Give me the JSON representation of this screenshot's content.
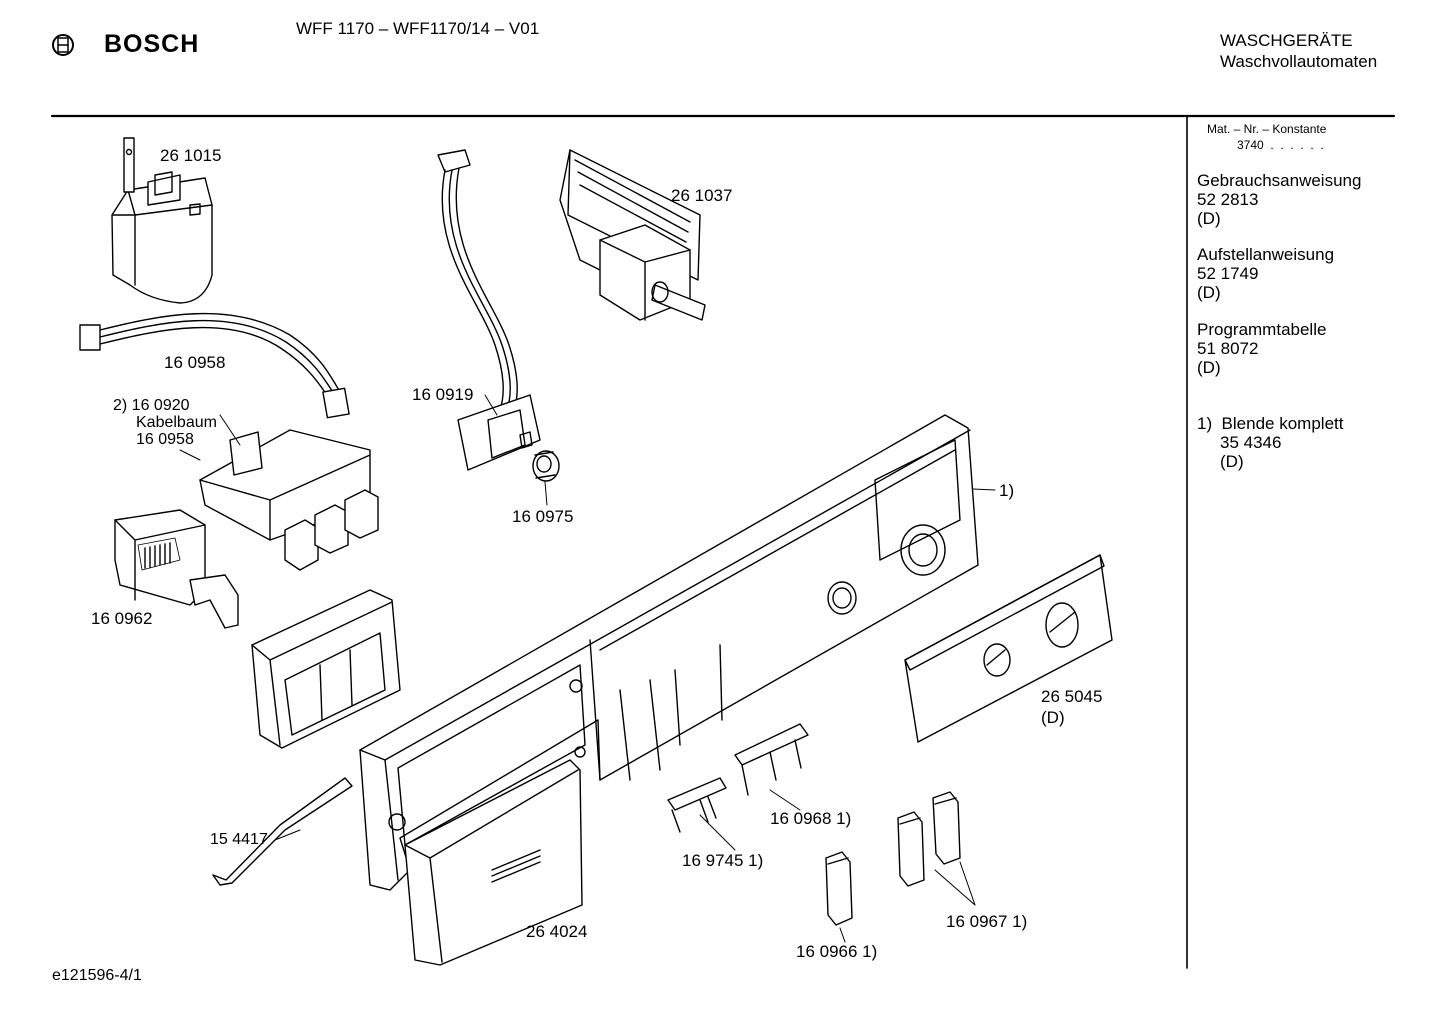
{
  "header": {
    "brand": "BOSCH",
    "model_line": "WFF 1170 – WFF1170/14 – V01",
    "category": "WASCHGERÄTE",
    "subcategory": "Waschvollautomaten"
  },
  "sidebar": {
    "mat_nr_label": "Mat. – Nr. – Konstante",
    "mat_nr_value": "3740  .  .  .  .  .  .",
    "docs": [
      {
        "title": "Gebrauchsanweisung",
        "number": "52 2813",
        "lang": "(D)"
      },
      {
        "title": "Aufstellanweisung",
        "number": "52 1749",
        "lang": "(D)"
      },
      {
        "title": "Programmtabelle",
        "number": "51 8072",
        "lang": "(D)"
      }
    ],
    "note": {
      "title": "1)  Blende komplett",
      "number": "35 4346",
      "lang": "(D)"
    }
  },
  "parts": {
    "p261015": "26 1015",
    "p261037": "26 1037",
    "p160958": "16 0958",
    "p160919": "16 0919",
    "p160975": "16 0975",
    "p160920_a": "2) 16 0920",
    "p160920_b": "Kabelbaum",
    "p160920_c": "16 0958",
    "p160962": "16 0962",
    "panel_note": "1)",
    "p265045": "26 5045",
    "p265045_lang": "(D)",
    "p154417": "15 4417",
    "p160968": "16 0968 1)",
    "p169745": "16 9745 1)",
    "p264024": "26 4024",
    "p160966": "16 0966 1)",
    "p160967": "16 0967 1)"
  },
  "footer": {
    "drawing_id": "e121596-4/1"
  }
}
